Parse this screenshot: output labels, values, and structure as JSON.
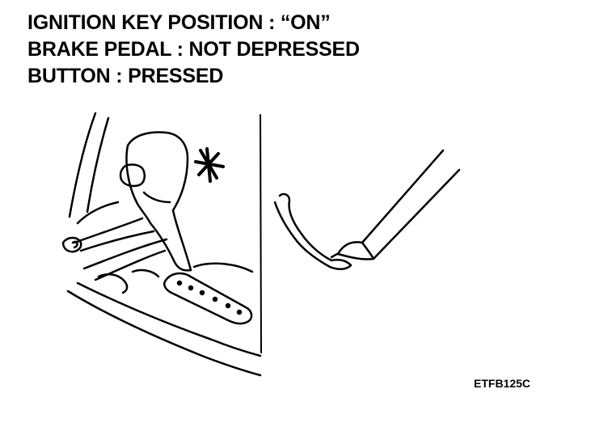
{
  "captions": {
    "line1": "IGNITION KEY POSITION : “ON”",
    "line2": "BRAKE PEDAL : NOT DEPRESSED",
    "line3": "BUTTON : PRESSED"
  },
  "figure_code": "ETFB125C",
  "colors": {
    "ink": "#000000",
    "paper": "#ffffff"
  }
}
